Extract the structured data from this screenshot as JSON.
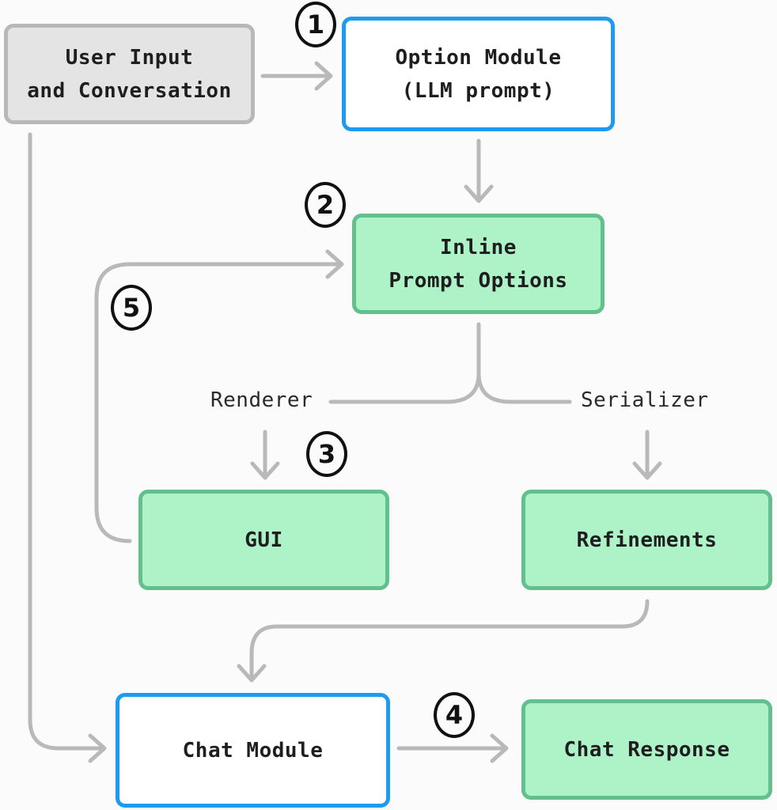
{
  "nodes": {
    "user_input": "User Input\nand Conversation",
    "option_module": "Option Module\n(LLM prompt)",
    "inline_prompt_options": "Inline\nPrompt Options",
    "gui": "GUI",
    "refinements": "Refinements",
    "chat_module": "Chat Module",
    "chat_response": "Chat Response"
  },
  "edge_labels": {
    "renderer": "Renderer",
    "serializer": "Serializer"
  },
  "steps": {
    "s1": "1",
    "s2": "2",
    "s3": "3",
    "s4": "4",
    "s5": "5"
  },
  "colors": {
    "input_box": "#e4e4e4",
    "module_border": "#1d9bf0",
    "output_fill": "#aef2c8",
    "output_border": "#62c08e",
    "arrow": "#b9b9b9"
  }
}
